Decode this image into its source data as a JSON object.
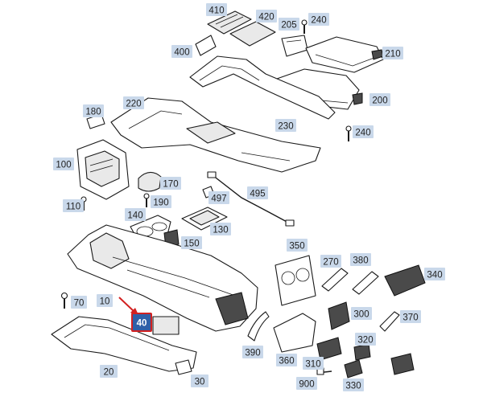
{
  "highlight_color": "#d22020",
  "callout_color": "#c9d8ea",
  "highlighted_callout": "40",
  "callouts": [
    {
      "id": "410",
      "label": "410"
    },
    {
      "id": "420",
      "label": "420"
    },
    {
      "id": "205",
      "label": "205"
    },
    {
      "id": "240a",
      "label": "240"
    },
    {
      "id": "400",
      "label": "400"
    },
    {
      "id": "210",
      "label": "210"
    },
    {
      "id": "180",
      "label": "180"
    },
    {
      "id": "220",
      "label": "220"
    },
    {
      "id": "200",
      "label": "200"
    },
    {
      "id": "230",
      "label": "230"
    },
    {
      "id": "240b",
      "label": "240"
    },
    {
      "id": "100",
      "label": "100"
    },
    {
      "id": "170",
      "label": "170"
    },
    {
      "id": "497",
      "label": "497"
    },
    {
      "id": "495",
      "label": "495"
    },
    {
      "id": "190",
      "label": "190"
    },
    {
      "id": "110",
      "label": "110"
    },
    {
      "id": "140",
      "label": "140"
    },
    {
      "id": "130",
      "label": "130"
    },
    {
      "id": "150",
      "label": "150"
    },
    {
      "id": "350",
      "label": "350"
    },
    {
      "id": "270",
      "label": "270"
    },
    {
      "id": "380",
      "label": "380"
    },
    {
      "id": "340",
      "label": "340"
    },
    {
      "id": "70",
      "label": "70"
    },
    {
      "id": "10",
      "label": "10"
    },
    {
      "id": "40",
      "label": "40"
    },
    {
      "id": "300",
      "label": "300"
    },
    {
      "id": "370",
      "label": "370"
    },
    {
      "id": "390",
      "label": "390"
    },
    {
      "id": "320",
      "label": "320"
    },
    {
      "id": "360",
      "label": "360"
    },
    {
      "id": "310",
      "label": "310"
    },
    {
      "id": "20",
      "label": "20"
    },
    {
      "id": "30",
      "label": "30"
    },
    {
      "id": "900",
      "label": "900"
    },
    {
      "id": "330",
      "label": "330"
    }
  ]
}
